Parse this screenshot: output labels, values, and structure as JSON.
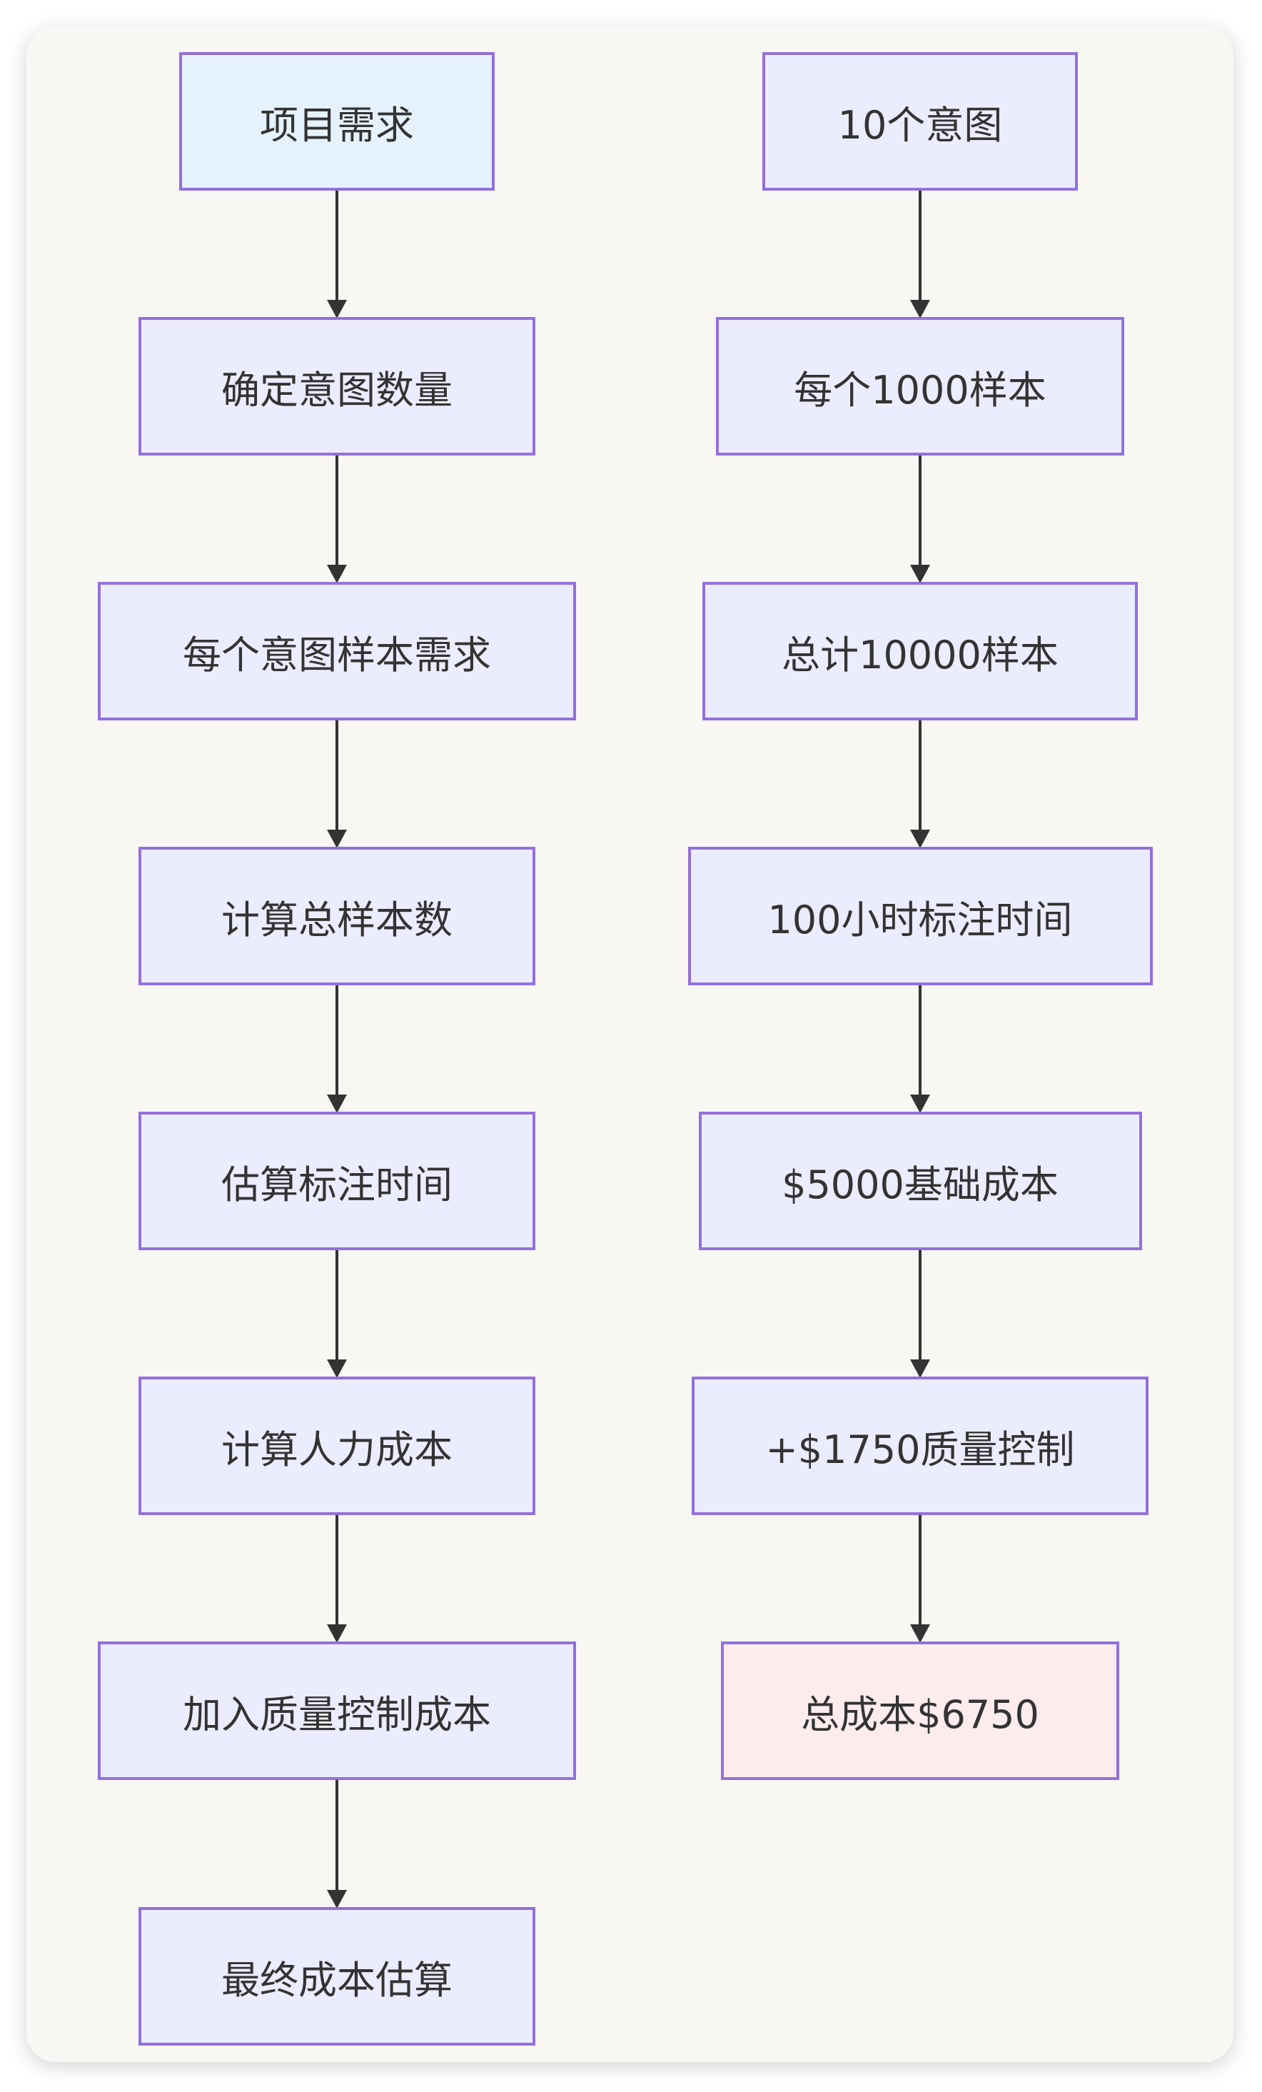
{
  "diagram": {
    "type": "flowchart",
    "direction": "top-down",
    "colors": {
      "node_fill": "#ececff",
      "node_border": "#9370db",
      "start_fill": "#e5f1fb",
      "end_fill": "#fcecee",
      "edge": "#333333",
      "text": "#333333",
      "background": "#f8f7f4"
    },
    "left_flow": [
      {
        "id": "L1",
        "label": "项目需求",
        "style": "start"
      },
      {
        "id": "L2",
        "label": "确定意图数量",
        "style": "default"
      },
      {
        "id": "L3",
        "label": "每个意图样本需求",
        "style": "default"
      },
      {
        "id": "L4",
        "label": "计算总样本数",
        "style": "default"
      },
      {
        "id": "L5",
        "label": "估算标注时间",
        "style": "default"
      },
      {
        "id": "L6",
        "label": "计算人力成本",
        "style": "default"
      },
      {
        "id": "L7",
        "label": "加入质量控制成本",
        "style": "default"
      },
      {
        "id": "L8",
        "label": "最终成本估算",
        "style": "default"
      }
    ],
    "right_flow": [
      {
        "id": "R1",
        "label": "10个意图",
        "style": "default"
      },
      {
        "id": "R2",
        "label": "每个1000样本",
        "style": "default"
      },
      {
        "id": "R3",
        "label": "总计10000样本",
        "style": "default"
      },
      {
        "id": "R4",
        "label": "100小时标注时间",
        "style": "default"
      },
      {
        "id": "R5",
        "label": "$5000基础成本",
        "style": "default"
      },
      {
        "id": "R6",
        "label": "+$1750质量控制",
        "style": "default"
      },
      {
        "id": "R7",
        "label": "总成本$6750",
        "style": "end"
      }
    ],
    "edges": [
      [
        "L1",
        "L2"
      ],
      [
        "L2",
        "L3"
      ],
      [
        "L3",
        "L4"
      ],
      [
        "L4",
        "L5"
      ],
      [
        "L5",
        "L6"
      ],
      [
        "L6",
        "L7"
      ],
      [
        "L7",
        "L8"
      ],
      [
        "R1",
        "R2"
      ],
      [
        "R2",
        "R3"
      ],
      [
        "R3",
        "R4"
      ],
      [
        "R4",
        "R5"
      ],
      [
        "R5",
        "R6"
      ],
      [
        "R6",
        "R7"
      ]
    ]
  }
}
